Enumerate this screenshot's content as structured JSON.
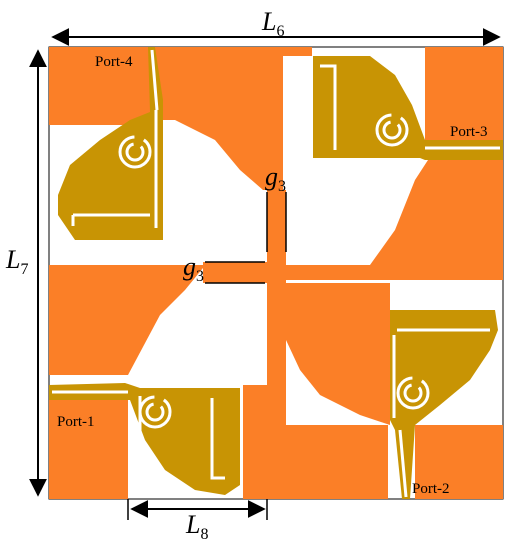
{
  "colors": {
    "substrate": "#ffffff",
    "copper_ground": "#fb7f27",
    "patch": "#c89404",
    "outline": "#000000"
  },
  "dimensions": {
    "L6": {
      "main": "L",
      "sub": "6"
    },
    "L7": {
      "main": "L",
      "sub": "7"
    },
    "L8": {
      "main": "L",
      "sub": "8"
    },
    "g3_top": {
      "main": "g",
      "sub": "3"
    },
    "g3_left": {
      "main": "g",
      "sub": "3"
    }
  },
  "ports": {
    "port1": "Port-1",
    "port2": "Port-2",
    "port3": "Port-3",
    "port4": "Port-4"
  },
  "icons": {
    "ring_slot": "split-ring-slot-icon"
  }
}
